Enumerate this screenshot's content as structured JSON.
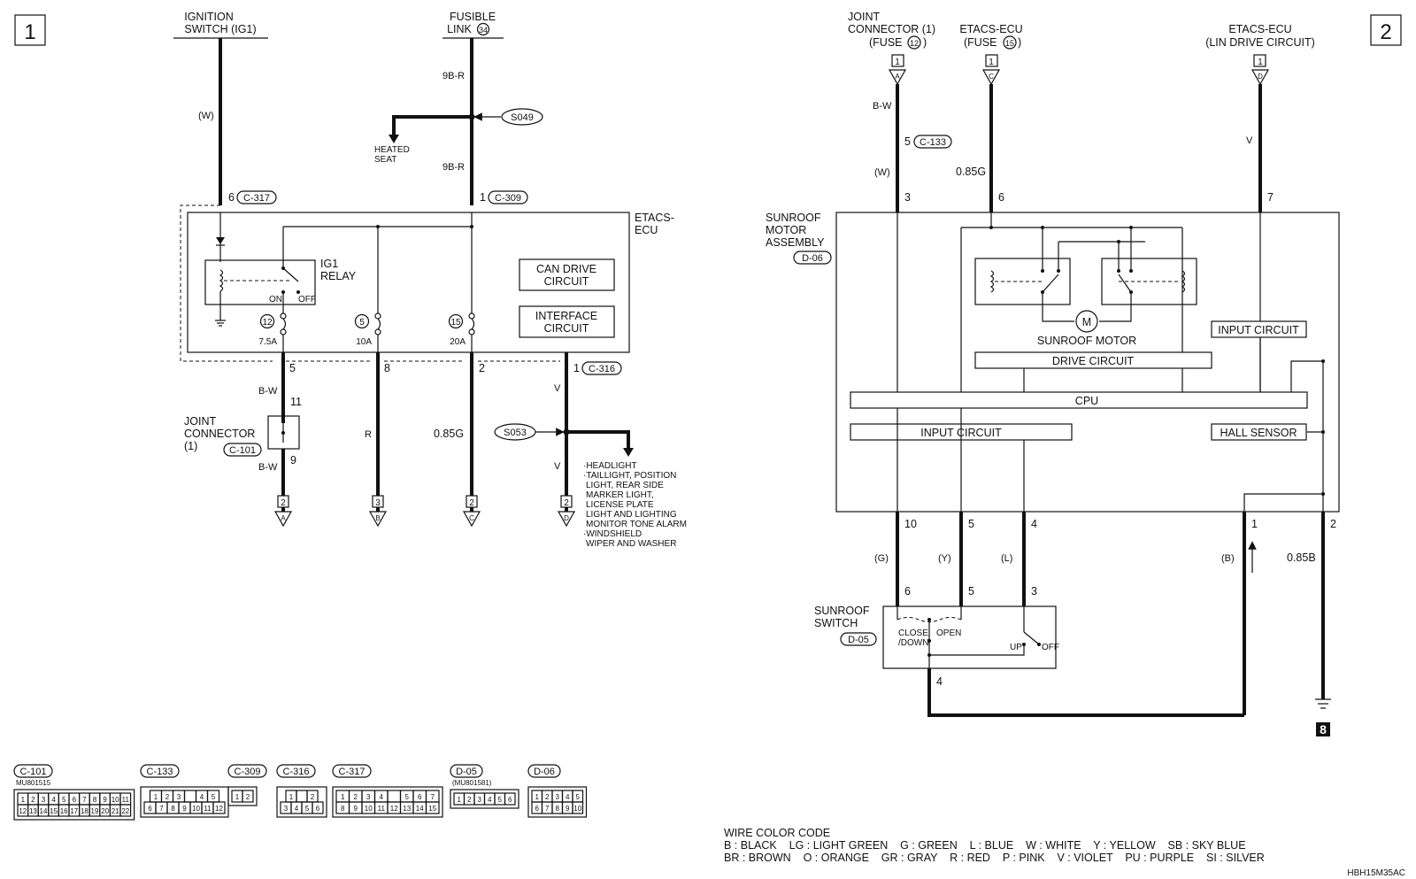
{
  "pages": {
    "left": "1",
    "right": "2"
  },
  "left": {
    "ignition_switch": [
      "IGNITION",
      "SWITCH (IG1)"
    ],
    "fusible_link": [
      "FUSIBLE",
      "LINK"
    ],
    "fusible_link_no": "34",
    "wire_w": "(W)",
    "wire_9br_top": "9B-R",
    "wire_9br_bottom": "9B-R",
    "splice_s049": "S049",
    "heated_seat": [
      "HEATED",
      "SEAT"
    ],
    "pin_6": "6",
    "conn_c317": "C-317",
    "pin_1_c309": "1",
    "conn_c309": "C-309",
    "etacs_ecu": [
      "ETACS-",
      "ECU"
    ],
    "ig1_relay": [
      "IG1",
      "RELAY"
    ],
    "relay_on": "ON",
    "relay_off": "OFF",
    "can_drive": [
      "CAN DRIVE",
      "CIRCUIT"
    ],
    "interface": [
      "INTERFACE",
      "CIRCUIT"
    ],
    "fuse_12": "12",
    "fuse_5": "5",
    "fuse_15": "15",
    "amp_75": "7.5A",
    "amp_10": "10A",
    "amp_20": "20A",
    "pin_5": "5",
    "pin_8": "8",
    "pin_2": "2",
    "pin_1_c316": "1",
    "conn_c316": "C-316",
    "wire_bw_1": "B-W",
    "wire_bw_2": "B-W",
    "pin_11": "11",
    "pin_9": "9",
    "joint_connector": [
      "JOINT",
      "CONNECTOR",
      "(1)"
    ],
    "conn_c101": "C-101",
    "wire_r": "R",
    "wire_085g": "0.85G",
    "wire_v_1": "V",
    "wire_v_2": "V",
    "splice_s053": "S053",
    "loads": [
      "·HEADLIGHT",
      "·TAILLIGHT, POSITION",
      "LIGHT, REAR SIDE",
      "MARKER LIGHT,",
      "LICENSE PLATE",
      "LIGHT AND LIGHTING",
      "MONITOR TONE ALARM",
      "·WINDSHIELD",
      "WIPER AND WASHER"
    ],
    "terminals": [
      {
        "page": "2",
        "letter": "A"
      },
      {
        "page": "3",
        "letter": "B"
      },
      {
        "page": "2",
        "letter": "C"
      },
      {
        "page": "2",
        "letter": "D"
      }
    ]
  },
  "right": {
    "top_a": [
      "JOINT",
      "CONNECTOR (1)",
      "(FUSE"
    ],
    "top_a_fuse": "12",
    "top_b": [
      "ETACS-ECU",
      "(FUSE"
    ],
    "top_b_fuse": "15",
    "top_c": [
      "ETACS-ECU",
      "(LIN DRIVE CIRCUIT)"
    ],
    "terminals": [
      {
        "page": "1",
        "letter": "A"
      },
      {
        "page": "1",
        "letter": "C"
      },
      {
        "page": "1",
        "letter": "D"
      }
    ],
    "wire_bw": "B-W",
    "pin_5_c133": "5",
    "conn_c133": "C-133",
    "wire_w": "(W)",
    "wire_085g": "0.85G",
    "wire_v": "V",
    "pin_3": "3",
    "pin_6": "6",
    "pin_7": "7",
    "motor_assembly": [
      "SUNROOF",
      "MOTOR",
      "ASSEMBLY"
    ],
    "conn_d06": "D-06",
    "sunroof_motor": "SUNROOF MOTOR",
    "motor_symbol": "M",
    "drive_circuit": "DRIVE CIRCUIT",
    "input_circuit_right": "INPUT CIRCUIT",
    "cpu": "CPU",
    "input_circuit_left": "INPUT CIRCUIT",
    "hall_sensor": "HALL SENSOR",
    "pin_10": "10",
    "pin_5": "5",
    "pin_4": "4",
    "pin_1": "1",
    "pin_2": "2",
    "wire_g": "(G)",
    "wire_y": "(Y)",
    "wire_l": "(L)",
    "wire_b": "(B)",
    "wire_085b": "0.85B",
    "sw_pin_6": "6",
    "sw_pin_5": "5",
    "sw_pin_3": "3",
    "sunroof_switch": [
      "SUNROOF",
      "SWITCH"
    ],
    "conn_d05": "D-05",
    "sw_close": [
      "CLOSE",
      "/DOWN"
    ],
    "sw_open": "OPEN",
    "sw_up": "UP",
    "sw_off": "OFF",
    "sw_pin_4": "4",
    "ground_no": "8"
  },
  "connectors": [
    {
      "name": "C-101",
      "part": "MU801515",
      "rows": [
        [
          "1",
          "2",
          "3",
          "4",
          "5",
          "6",
          "7",
          "8",
          "9",
          "10",
          "11"
        ],
        [
          "12",
          "13",
          "14",
          "15",
          "16",
          "17",
          "18",
          "19",
          "20",
          "21",
          "22"
        ]
      ]
    },
    {
      "name": "C-133",
      "rows": [
        [
          "1",
          "2",
          "3",
          "",
          "4",
          "5"
        ],
        [
          "6",
          "7",
          "8",
          "9",
          "10",
          "11",
          "12"
        ]
      ]
    },
    {
      "name": "C-309",
      "rows": [
        [
          "1",
          "2"
        ]
      ]
    },
    {
      "name": "C-316",
      "rows": [
        [
          "1",
          "",
          "2"
        ],
        [
          "3",
          "4",
          "5",
          "6"
        ]
      ]
    },
    {
      "name": "C-317",
      "rows": [
        [
          "1",
          "2",
          "3",
          "4",
          "",
          "5",
          "6",
          "7"
        ],
        [
          "8",
          "9",
          "10",
          "11",
          "12",
          "13",
          "14",
          "15"
        ]
      ]
    },
    {
      "name": "D-05",
      "part": "(MU801581)",
      "rows": [
        [
          "1",
          "2",
          "3",
          "4",
          "5",
          "6"
        ]
      ]
    },
    {
      "name": "D-06",
      "rows": [
        [
          "1",
          "2",
          "3",
          "4",
          "5"
        ],
        [
          "6",
          "7",
          "8",
          "9",
          "10"
        ]
      ]
    }
  ],
  "wire_color_code": {
    "title": "WIRE COLOR CODE",
    "line1": "B : BLACK    LG : LIGHT GREEN    G : GREEN    L : BLUE    W : WHITE    Y : YELLOW    SB : SKY BLUE",
    "line2": "BR : BROWN    O : ORANGE    GR : GRAY    R : RED    P : PINK    V : VIOLET    PU : PURPLE    SI : SILVER"
  },
  "figure_code": "HBH15M35AC"
}
